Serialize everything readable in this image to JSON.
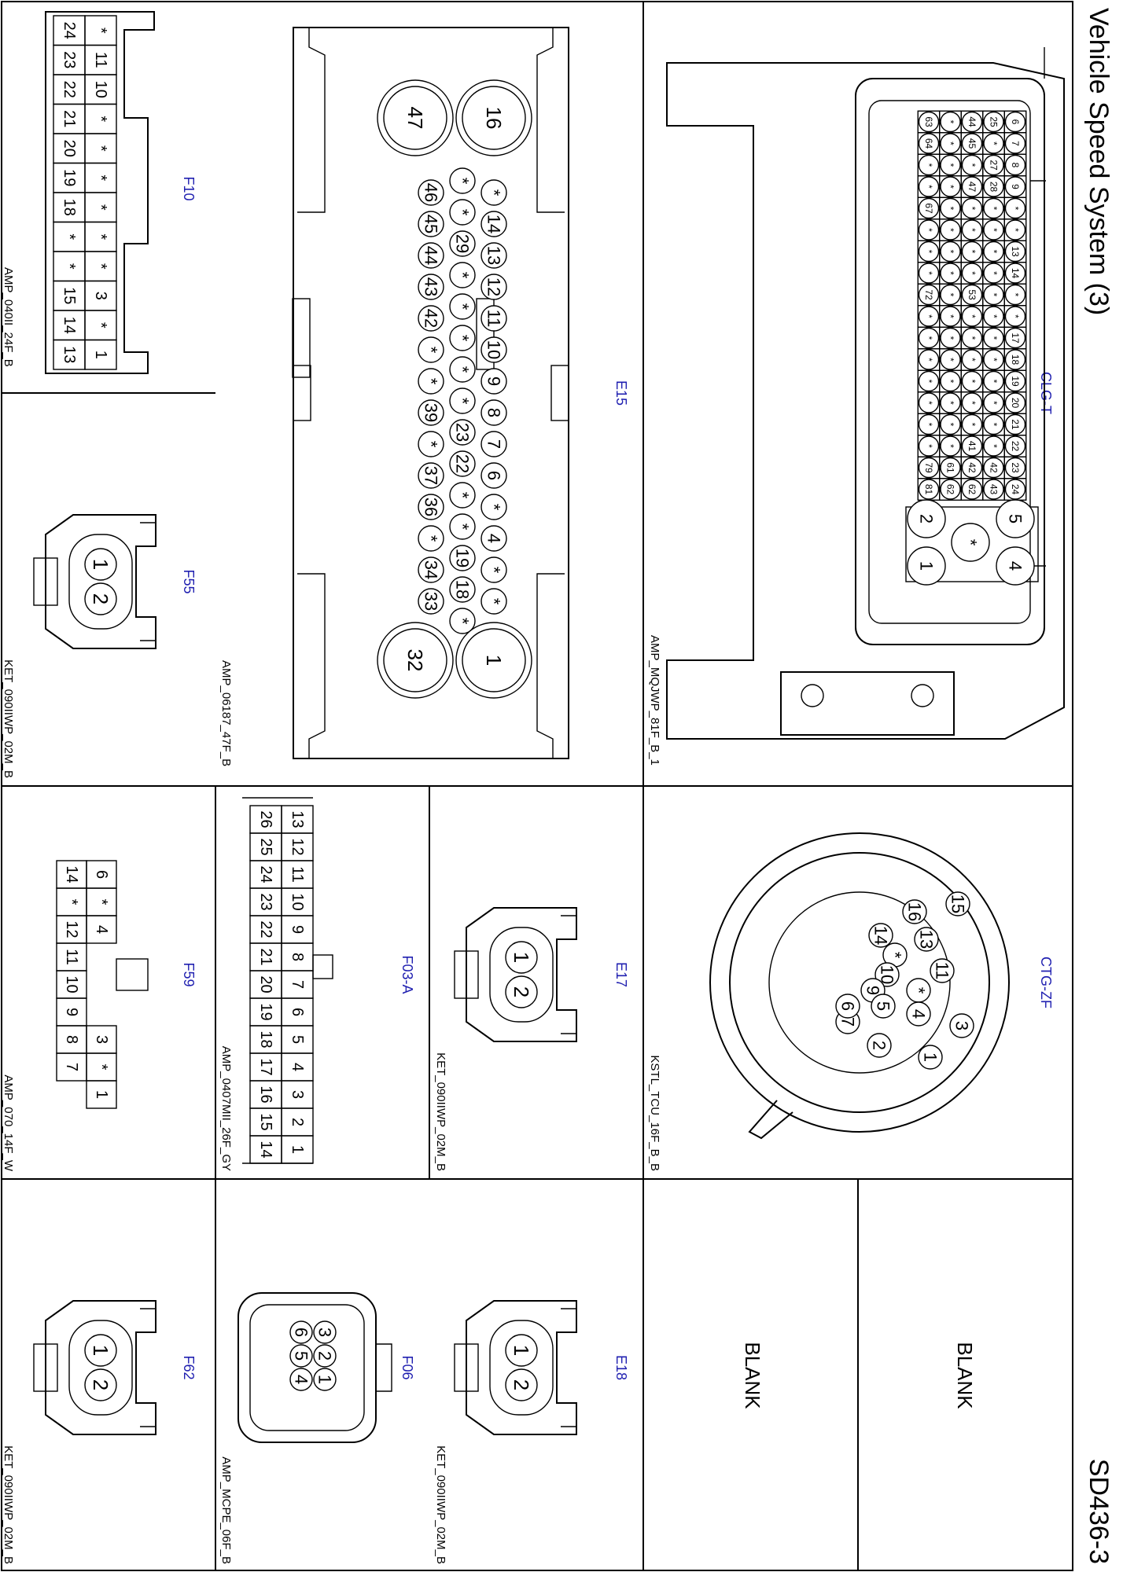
{
  "header": {
    "title": "Vehicle Speed System (3)",
    "code": "SD436-3"
  },
  "connectors": {
    "clg_t": {
      "name": "CLG-T",
      "part": "AMP_MQJWP_81F_B_1",
      "grid": [
        [
          "6",
          "7",
          "8",
          "9",
          "*",
          "*",
          "13",
          "14",
          "*",
          "*",
          "17",
          "18",
          "19",
          "20",
          "21",
          "22",
          "23",
          "24"
        ],
        [
          "25",
          "*",
          "27",
          "28",
          "*",
          "*",
          "*",
          "*",
          "*",
          "*",
          "*",
          "*",
          "*",
          "*",
          "*",
          "*",
          "42",
          "43"
        ],
        [
          "44",
          "45",
          "*",
          "47",
          "*",
          "*",
          "*",
          "*",
          "53",
          "*",
          "*",
          "*",
          "*",
          "*",
          "*",
          "41",
          "42",
          "62"
        ],
        [
          "*",
          "*",
          "*",
          "*",
          "*",
          "*",
          "*",
          "*",
          "*",
          "*",
          "*",
          "*",
          "*",
          "*",
          "*",
          "*",
          "61",
          "62"
        ],
        [
          "63",
          "64",
          "*",
          "*",
          "67",
          "*",
          "*",
          "*",
          "72",
          "*",
          "*",
          "*",
          "*",
          "*",
          "*",
          "*",
          "79",
          "81"
        ]
      ],
      "large_pins": [
        "5",
        "4",
        "*",
        "2",
        "1"
      ]
    },
    "ctg_zf": {
      "name": "CTG-ZF",
      "part": "KSTL_TCU_16F_B_B",
      "pins": [
        "15",
        "16",
        "13",
        "14",
        "*",
        "11",
        "10",
        "*",
        "9",
        "7",
        "6",
        "5",
        "3",
        "4",
        "2",
        "1"
      ]
    },
    "e15": {
      "name": "E15",
      "part": "AMP_06187_47F_B",
      "row_top": [
        "*",
        "14",
        "13",
        "12",
        "11",
        "10",
        "9",
        "8",
        "7",
        "6",
        "*",
        "4",
        "*",
        "*"
      ],
      "row_mid": [
        "*",
        "*",
        "29",
        "*",
        "*",
        "*",
        "*",
        "*",
        "23",
        "22",
        "*",
        "*",
        "19",
        "18",
        "*"
      ],
      "row_bot": [
        "46",
        "45",
        "44",
        "43",
        "42",
        "*",
        "*",
        "39",
        "*",
        "37",
        "36",
        "*",
        "34",
        "33"
      ],
      "big": [
        "16",
        "47",
        "1",
        "32"
      ]
    },
    "f10": {
      "name": "F10",
      "part": "AMP_040II_24F_B",
      "row_a": [
        "*",
        "11",
        "10",
        "*",
        "*",
        "*",
        "*",
        "*",
        "*",
        "3",
        "*",
        "1"
      ],
      "row_b": [
        "24",
        "23",
        "22",
        "21",
        "20",
        "19",
        "18",
        "*",
        "*",
        "15",
        "14",
        "13"
      ]
    },
    "f55": {
      "name": "F55",
      "part": "KET_090IIWP_02M_B",
      "pins": [
        "1",
        "2"
      ]
    },
    "e17": {
      "name": "E17",
      "part": "KET_090IIWP_02M_B",
      "pins": [
        "1",
        "2"
      ]
    },
    "f03a": {
      "name": "F03-A",
      "part": "AMP_0407MII_26F_GY",
      "row_a": [
        "13",
        "12",
        "11",
        "10",
        "9",
        "8",
        "7",
        "6",
        "5",
        "4",
        "3",
        "2",
        "1"
      ],
      "row_b": [
        "26",
        "25",
        "24",
        "23",
        "22",
        "21",
        "20",
        "19",
        "18",
        "17",
        "16",
        "15",
        "14"
      ]
    },
    "f59": {
      "name": "F59",
      "part": "AMP_070_14F_W",
      "row_a": [
        "6",
        "*",
        "4",
        "3",
        "*",
        "1"
      ],
      "row_b": [
        "14",
        "*",
        "12",
        "11",
        "10",
        "9",
        "8",
        "7"
      ]
    },
    "e18": {
      "name": "E18",
      "part": "KET_090IIWP_02M_B",
      "pins": [
        "1",
        "2"
      ]
    },
    "f06": {
      "name": "F06",
      "part": "AMP_MCPE_06F_B",
      "row_a": [
        "3",
        "2",
        "1"
      ],
      "row_b": [
        "6",
        "5",
        "4"
      ]
    },
    "f62": {
      "name": "F62",
      "part": "KET_090IIWP_02M_B",
      "pins": [
        "1",
        "2"
      ]
    }
  },
  "blanks": [
    "BLANK",
    "BLANK"
  ]
}
